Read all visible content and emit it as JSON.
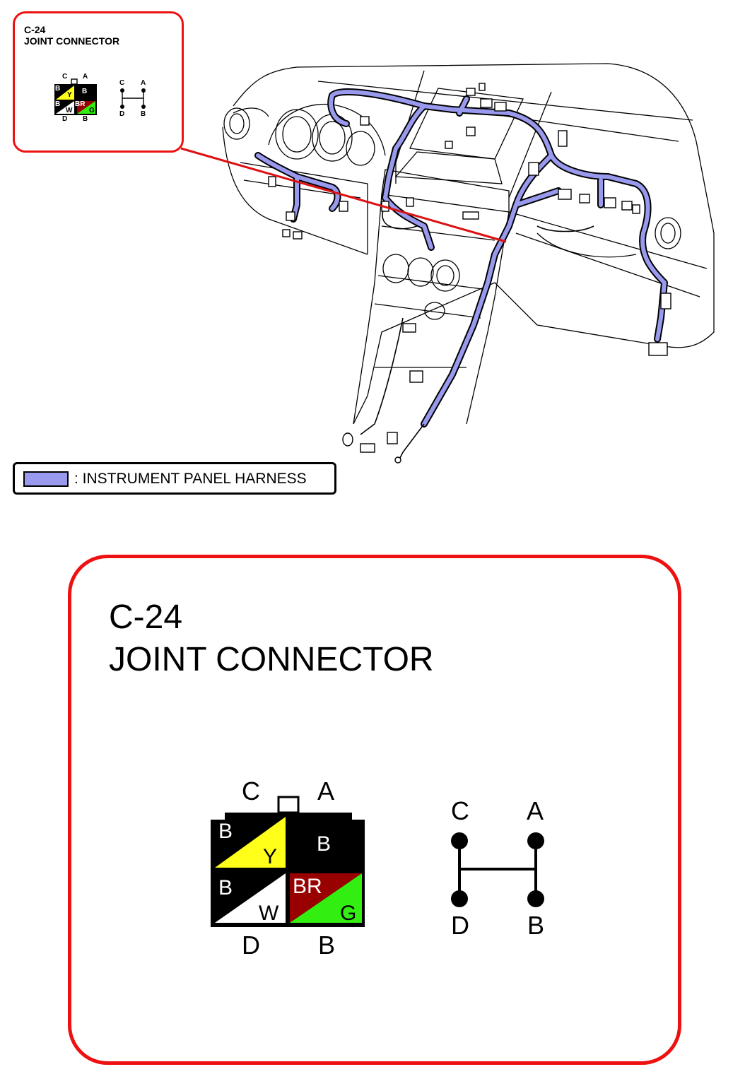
{
  "small_callout": {
    "code": "C-24",
    "name": "JOINT CONNECTOR"
  },
  "legend": {
    "text": ": INSTRUMENT PANEL HARNESS",
    "harness_color": "#9999ee"
  },
  "large_callout": {
    "code": "C-24",
    "name": "JOINT CONNECTOR"
  },
  "connector": {
    "terminal_labels": {
      "top_left": "C",
      "top_right": "A",
      "bottom_left": "D",
      "bottom_right": "B"
    },
    "cells": {
      "c": {
        "upper": "B",
        "lower": "Y",
        "upper_color": "#000000",
        "lower_color": "#ffff1a"
      },
      "a": {
        "upper": "B",
        "color": "#000000"
      },
      "d": {
        "upper": "B",
        "lower": "W",
        "upper_color": "#000000",
        "lower_color": "#ffffff"
      },
      "b": {
        "upper": "BR",
        "lower": "G",
        "upper_color": "#990000",
        "lower_color": "#33ee11"
      }
    }
  },
  "schematic": {
    "labels": {
      "top_left": "C",
      "top_right": "A",
      "bottom_left": "D",
      "bottom_right": "B"
    }
  },
  "colors": {
    "callout_border": "#ee1111",
    "leader_line": "#dd1111"
  }
}
